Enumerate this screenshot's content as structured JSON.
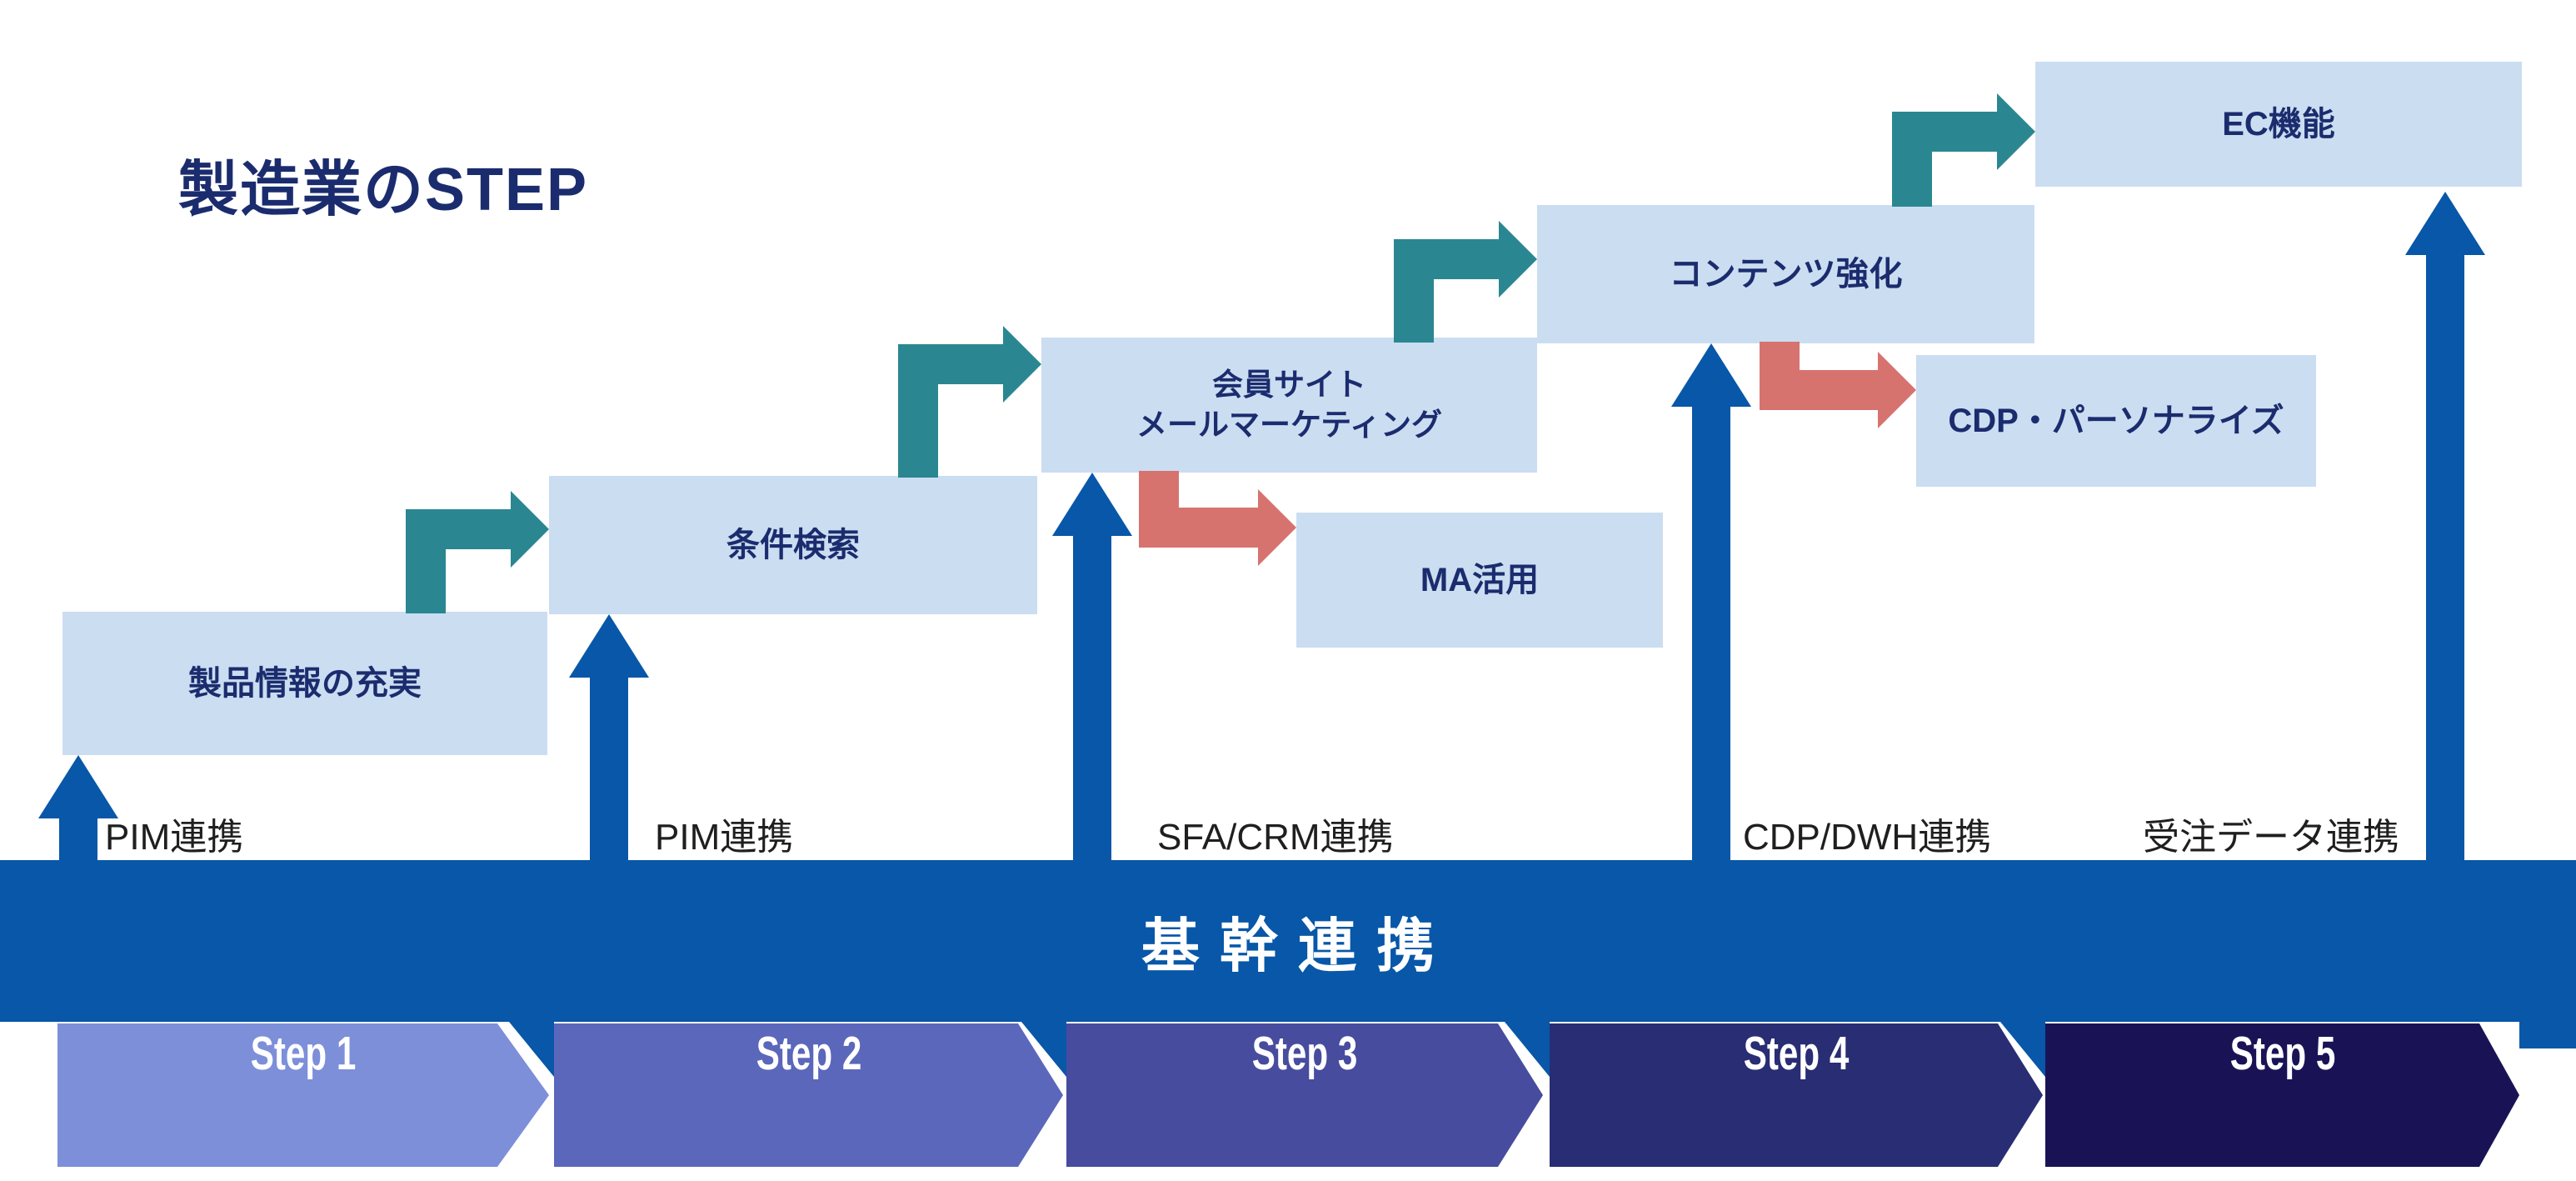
{
  "title": "製造業のSTEP",
  "colors": {
    "box_bg": "#CBDDF1",
    "box_text": "#1B2C6E",
    "blue": "#0857A8",
    "teal": "#2A8791",
    "red": "#D7736F",
    "label_text": "#1F1F1F",
    "bar_bg": "#0857A8",
    "bar_text": "#FFFFFF"
  },
  "main_boxes": [
    {
      "label": "製品情報の充実"
    },
    {
      "label": "条件検索"
    },
    {
      "label_line1": "会員サイト",
      "label_line2": "メールマーケティング"
    },
    {
      "label": "コンテンツ強化"
    },
    {
      "label": "EC機能"
    }
  ],
  "side_boxes": [
    {
      "label": "MA活用"
    },
    {
      "label": "CDP・パーソナライズ"
    }
  ],
  "integration_labels": [
    {
      "label": "PIM連携"
    },
    {
      "label": "PIM連携"
    },
    {
      "label": "SFA/CRM連携"
    },
    {
      "label": "CDP/DWH連携"
    },
    {
      "label": "受注データ連携"
    }
  ],
  "backbone": {
    "label": "基幹連携"
  },
  "steps": [
    {
      "label": "Step 1",
      "color": "#7D8FD9"
    },
    {
      "label": "Step 2",
      "color": "#5B67BB"
    },
    {
      "label": "Step 3",
      "color": "#474C9E"
    },
    {
      "label": "Step 4",
      "color": "#292D74"
    },
    {
      "label": "Step 5",
      "color": "#191356"
    }
  ]
}
